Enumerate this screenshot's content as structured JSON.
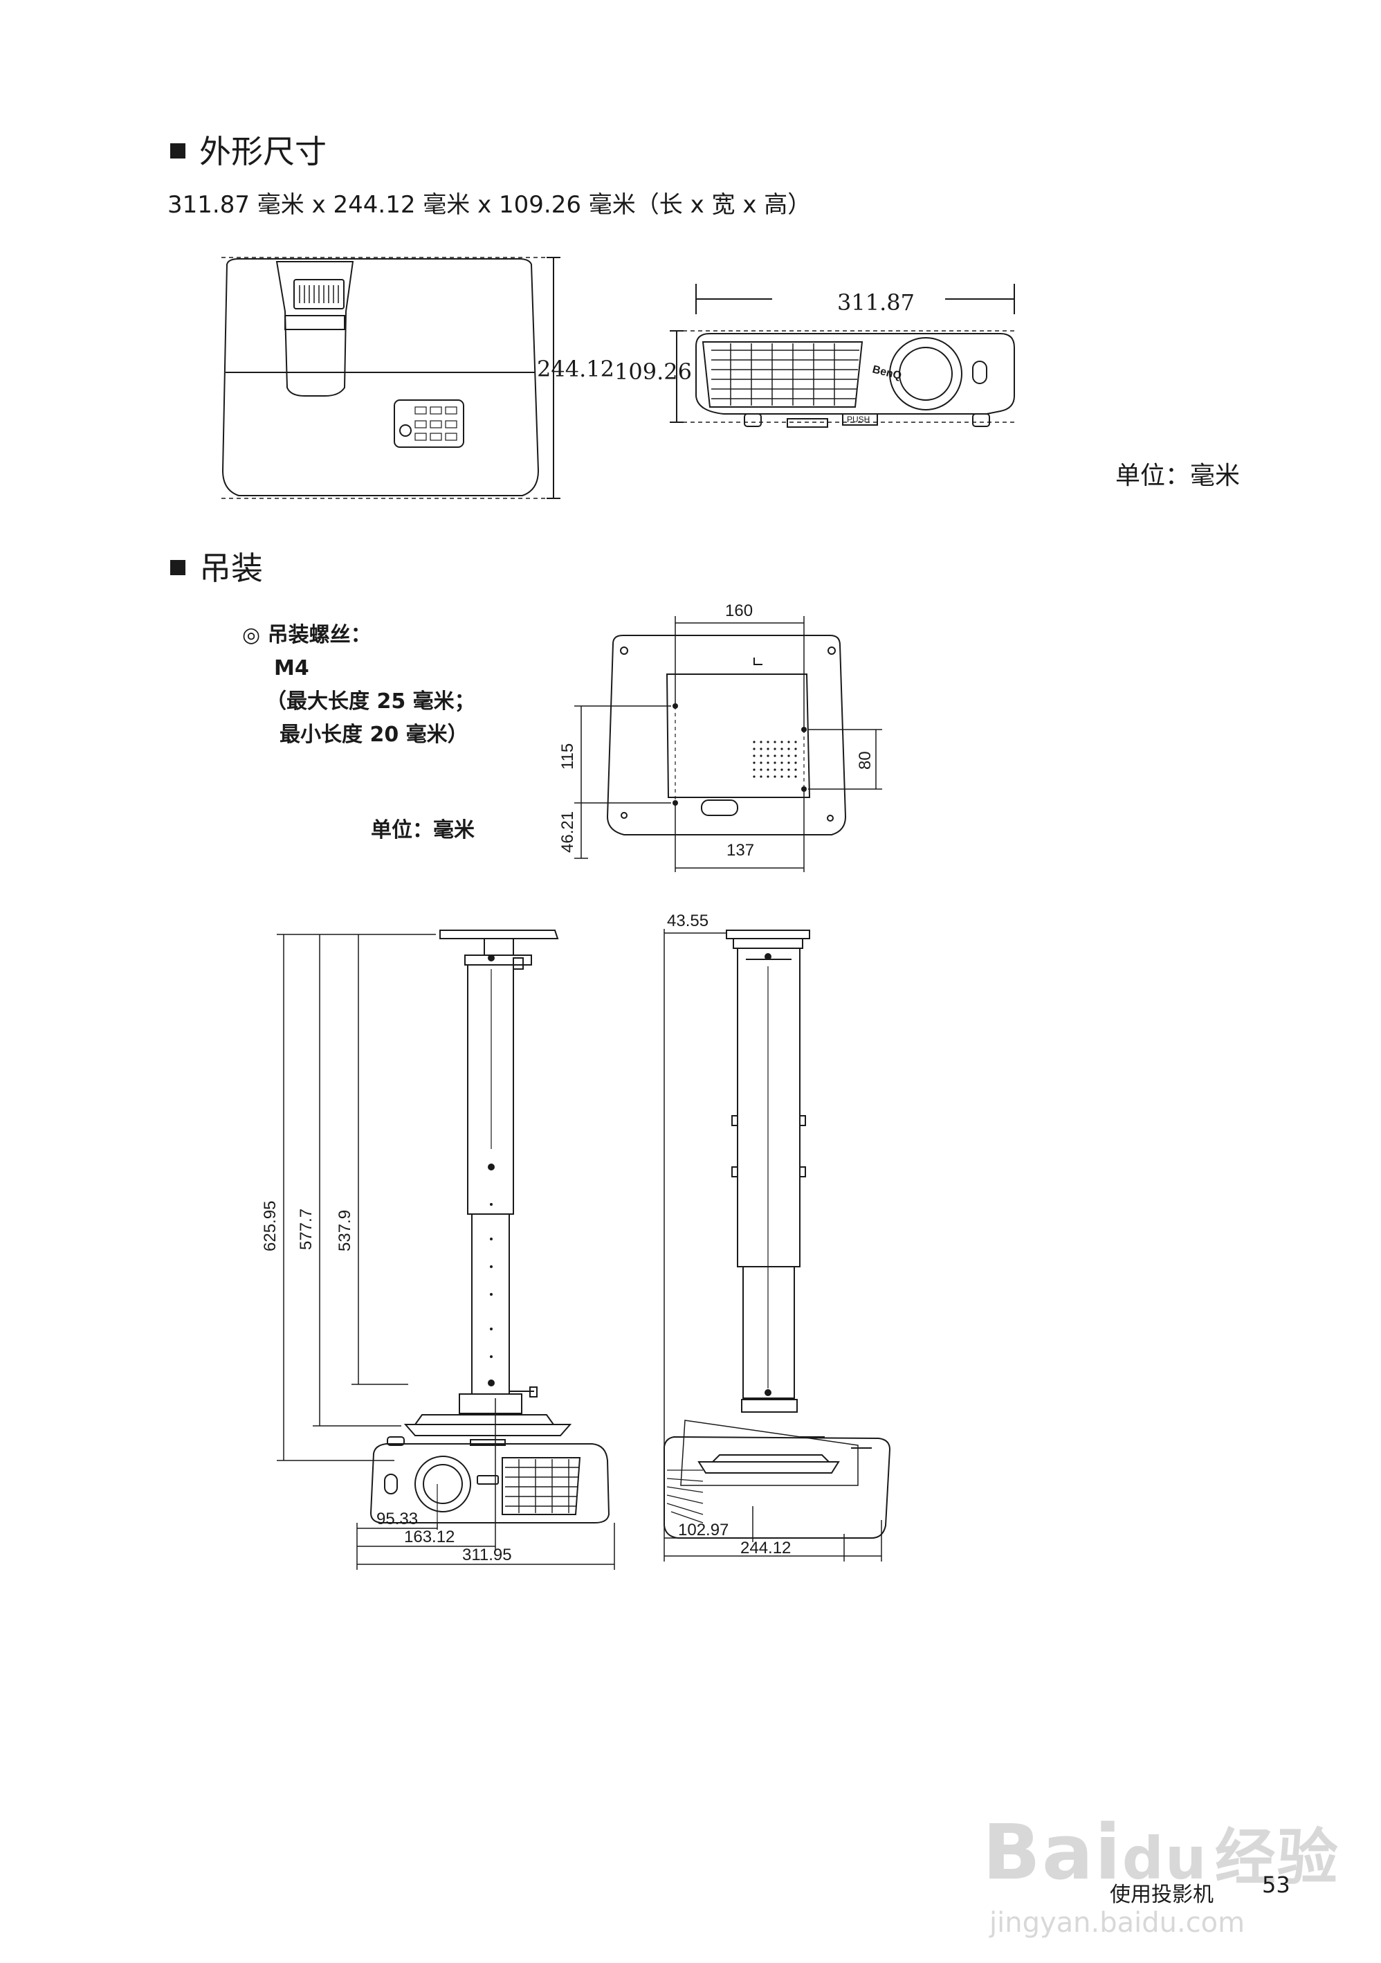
{
  "dimensions_section": {
    "title": "外形尺寸",
    "spec_text": "311.87 毫米 x 244.12 毫米 x 109.26 毫米（长 x 宽 x 高）",
    "labels": {
      "length": "311.87",
      "width": "244.12",
      "height": "109.26"
    },
    "brand": "BenQ",
    "push_label": "PUSH",
    "unit_label": "单位：毫米"
  },
  "mounting_section": {
    "title": "吊装",
    "screw_note": {
      "heading": "◎ 吊装螺丝：",
      "spec": "M4",
      "max_length": "（最大长度 25 毫米；",
      "min_length": "最小长度 20 毫米）"
    },
    "unit_label": "单位：毫米",
    "bottom_view": {
      "top": "160",
      "left_upper": "115",
      "left_lower": "46.21",
      "right": "80",
      "bottom": "137"
    },
    "front_view": {
      "h1": "625.95",
      "h2": "577.7",
      "h3": "537.9",
      "w1": "95.33",
      "w2": "163.12",
      "w3": "311.95"
    },
    "side_view": {
      "top": "43.55",
      "w1": "102.97",
      "w2": "244.12"
    }
  },
  "footer": {
    "label": "使用投影机",
    "page_number": "53"
  },
  "watermark": {
    "main": "Bai",
    "paw": "du",
    "cn": "经验",
    "url": "jingyan.baidu.com"
  }
}
